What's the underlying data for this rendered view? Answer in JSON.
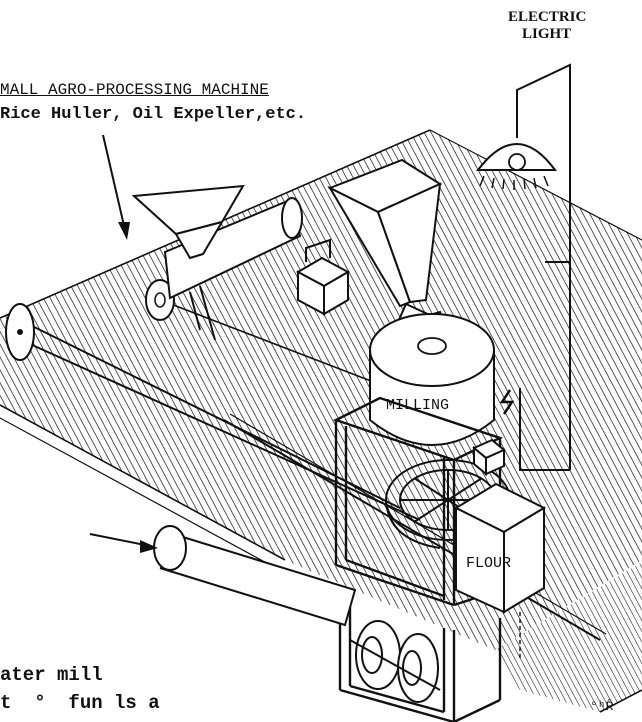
{
  "labels": {
    "electric_line1": "ELECTRIC",
    "electric_line2": "LIGHT",
    "machine_title": "MALL AGRO-PROCESSING MACHINE",
    "machine_sub": "Rice Huller, Oil Expeller,etc.",
    "milling": "MILLING",
    "flour": "FLOUR",
    "caption_line1": "ater mill",
    "caption_line2": "t  °  fun ls a ",
    "corner_mark": "°ʰȒ"
  },
  "colors": {
    "ink": "#111111",
    "paper": "#ffffff"
  }
}
